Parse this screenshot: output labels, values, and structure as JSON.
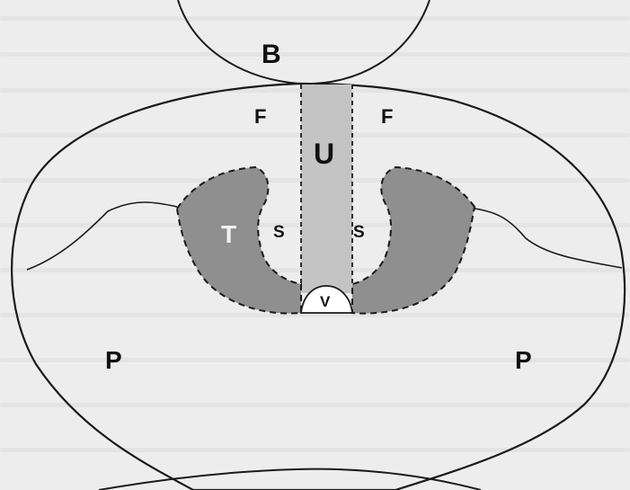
{
  "diagram": {
    "labels": {
      "bladder": "B",
      "fibromuscular_left": "F",
      "fibromuscular_right": "F",
      "urethra": "U",
      "transition_zone": "T",
      "sphincter_left": "S",
      "sphincter_right": "S",
      "verumontanum": "V",
      "peripheral_left": "P",
      "peripheral_right": "P"
    },
    "colors": {
      "background": "#ededed",
      "outline": "#1a1a1a",
      "transition_zone_fill": "#8f8f8f",
      "urethra_fill": "#c4c4c4",
      "verumontanum_fill": "#ffffff",
      "label_dark": "#111111",
      "label_light": "#f2f2f2"
    }
  }
}
